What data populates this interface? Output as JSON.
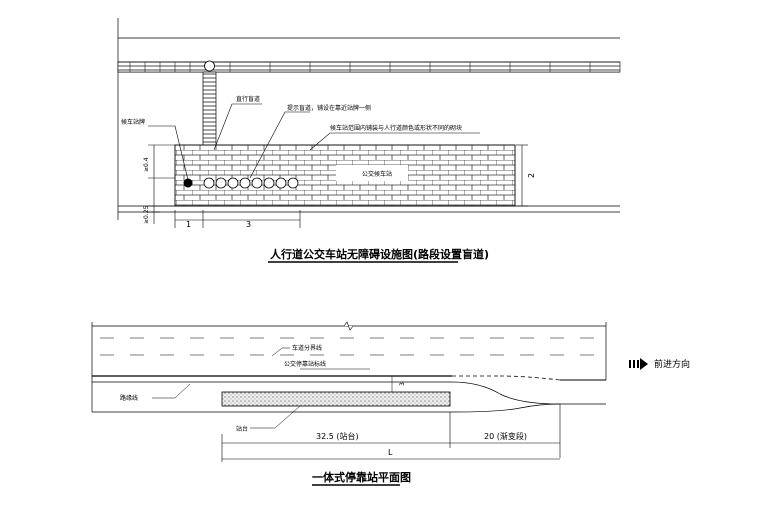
{
  "top_drawing": {
    "title": "人行道公交车站无障碍设施图(路段设置盲道)",
    "labels": {
      "tactile_guide": "直行盲道",
      "tactile_warning": "提示盲道，铺设在靠近站牌一侧",
      "bus_sign": "候车站牌",
      "paving_note": "候车站范围内铺装与人行道颜色或形状不同的砌块",
      "station": "公交候车站"
    },
    "dims": {
      "w1": "1",
      "w3": "3",
      "h2": "2",
      "v1": "≥0.4",
      "v2": "≥0.25"
    }
  },
  "bottom_drawing": {
    "title": "一体式停靠站平面图",
    "labels": {
      "lane_divider": "车道分界线",
      "stop_line": "公交停靠站标线",
      "curb": "路缘线",
      "platform": "站台"
    },
    "dims": {
      "platform": "32.5 (站台)",
      "taper": "20 (渐变段)",
      "total": "L",
      "width": "3"
    },
    "direction": "前进方向"
  }
}
